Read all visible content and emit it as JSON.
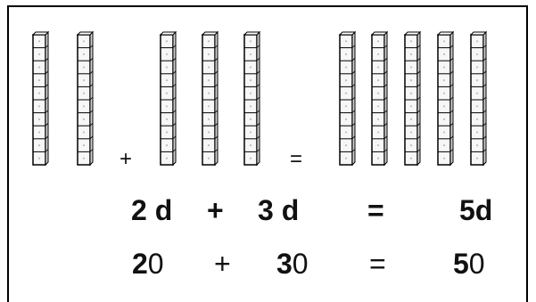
{
  "diagram": {
    "groups": [
      {
        "name": "left",
        "rods": 2
      },
      {
        "name": "middle",
        "rods": 3
      },
      {
        "name": "right",
        "rods": 5
      }
    ],
    "rod_units": 10,
    "operators": {
      "plus": "+",
      "equals": "="
    }
  },
  "equations": {
    "tens_line": {
      "left": "2 d",
      "plus": "+",
      "middle": "3 d",
      "equals": "=",
      "right": "5d"
    },
    "numbers_line": {
      "left_digit": "2",
      "left_rest": "0",
      "plus": "+",
      "middle_digit": "3",
      "middle_rest": "0",
      "equals": "=",
      "right_digit": "5",
      "right_rest": "0"
    }
  },
  "colors": {
    "outline": "#000000",
    "cell_fill": "#f7f7f7",
    "shade": "#cfcfcf",
    "text": "#111111"
  }
}
